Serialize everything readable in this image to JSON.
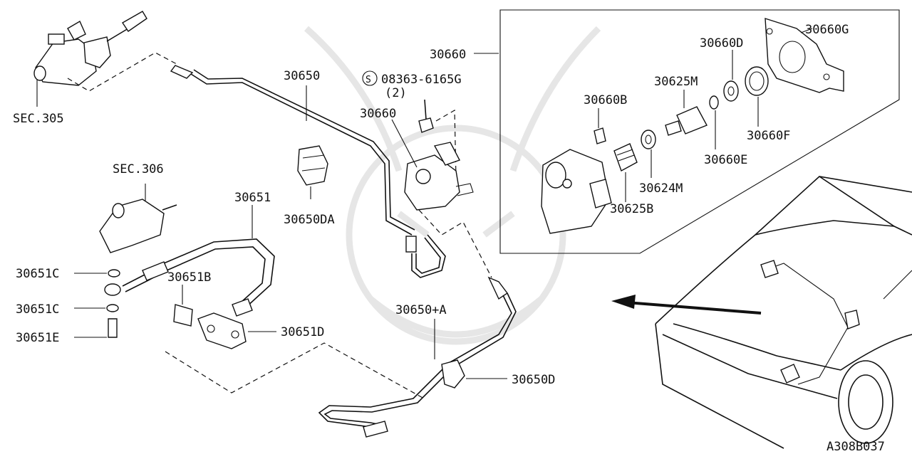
{
  "diagram": {
    "figure_code": "A308B037",
    "labels": {
      "sec305": "SEC.305",
      "sec306": "SEC.306",
      "p30650": "30650",
      "p30651": "30651",
      "p30650DA": "30650DA",
      "p30660_top": "30660",
      "p30660_mid": "30660",
      "bolt_code": "08363-6165G",
      "bolt_qty": "(2)",
      "screw_symbol": "S",
      "p30651C_a": "30651C",
      "p30651C_b": "30651C",
      "p30651E": "30651E",
      "p30651B": "30651B",
      "p30651D": "30651D",
      "p30650A": "30650+A",
      "p30650D": "30650D",
      "p30660B": "30660B",
      "p30625M": "30625M",
      "p30660D": "30660D",
      "p30660G": "30660G",
      "p30660F": "30660F",
      "p30660E": "30660E",
      "p30624M": "30624M",
      "p30625B": "30625B"
    }
  }
}
